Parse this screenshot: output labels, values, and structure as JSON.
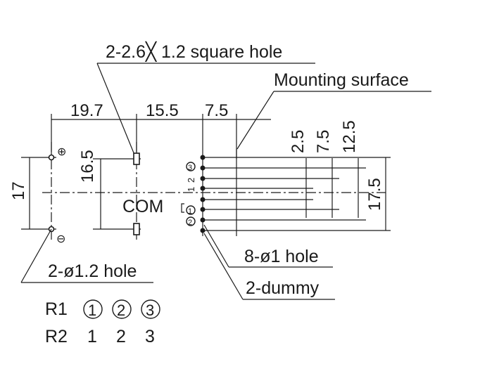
{
  "labels": {
    "square_hole": "2-2.6╳ 1.2 square hole",
    "mounting_surface": "Mounting surface",
    "round_hole": "2-ø1.2 hole",
    "pin_hole": "8-ø1 hole",
    "dummy": "2-dummy",
    "com": "COM"
  },
  "dimensions": {
    "d19_7": "19.7",
    "d15_5": "15.5",
    "d7_5_top": "7.5",
    "d17": "17",
    "d16_5": "16.5",
    "d2_5": "2.5",
    "d7_5_right": "7.5",
    "d12_5": "12.5",
    "d17_5": "17.5"
  },
  "symbols": {
    "plus": "⊕",
    "minus": "⊖"
  },
  "pin_marks": {
    "one": "1",
    "two": "2",
    "three": "3"
  },
  "legend": {
    "r1_label": "R1",
    "r1_values": [
      "1",
      "2",
      "3"
    ],
    "r2_label": "R2",
    "r2_values": [
      "1",
      "2",
      "3"
    ]
  }
}
